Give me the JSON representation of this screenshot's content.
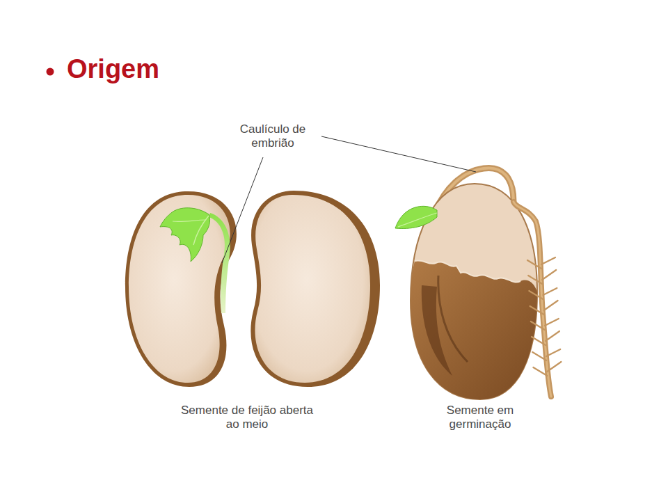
{
  "diagram": {
    "title": "Origem",
    "labels": [
      "Caulículo de embrião",
      "Semente de feijão aberta ao meio",
      "Semente em germinação"
    ]
  }
}
